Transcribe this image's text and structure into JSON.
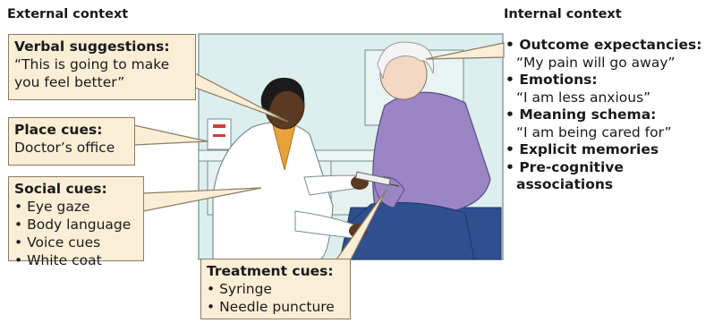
{
  "headings": {
    "external": "External context",
    "internal": "Internal context"
  },
  "verbal": {
    "title": "Verbal suggestions:",
    "lines": [
      "“This is going to make",
      "you feel better”"
    ]
  },
  "place": {
    "title": "Place cues:",
    "lines": [
      "Doctor’s office"
    ]
  },
  "social": {
    "title": "Social cues:",
    "items": [
      "Eye gaze",
      "Body language",
      "Voice cues",
      "White coat"
    ]
  },
  "treatment": {
    "title": "Treatment cues:",
    "items": [
      "Syringe",
      "Needle puncture"
    ]
  },
  "internal": {
    "outcome": "Outcome expectancies:",
    "outcome_quote": "“My pain will go away”",
    "emotions": "Emotions:",
    "emotions_quote": "“I am less anxious”",
    "meaning": "Meaning schema:",
    "meaning_quote": "“I am being cared for”",
    "memories": "Explicit memories",
    "precog_1": "Pre-cognitive",
    "precog_2": "associations"
  },
  "colors": {
    "box_fill": "#fbeed6",
    "scene_bg": "#dcefee",
    "patient_sweater": "#9a86c4",
    "pants": "#2f4f8f",
    "coat": "#ffffff",
    "skin_doctor": "#5a3a22",
    "skin_patient": "#f3d9c4"
  }
}
